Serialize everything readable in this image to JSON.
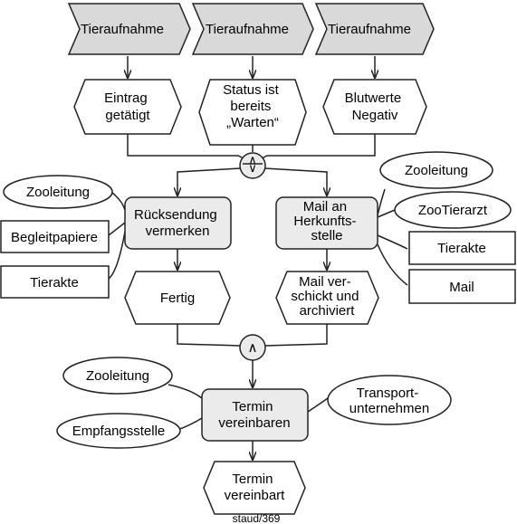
{
  "process_interfaces": [
    {
      "label": "Tieraufnahme"
    },
    {
      "label": "Tieraufnahme"
    },
    {
      "label": "Tieraufnahme"
    }
  ],
  "start_events": [
    {
      "lines": [
        "Eintrag",
        "getätigt"
      ]
    },
    {
      "lines": [
        "Status ist",
        "bereits",
        "„Warten“"
      ]
    },
    {
      "lines": [
        "Blutwerte",
        "Negativ"
      ]
    }
  ],
  "operators": {
    "xor": "∨",
    "and": "∧"
  },
  "functions": {
    "ruecksendung": [
      "Rücksendung",
      "vermerken"
    ],
    "mail": [
      "Mail an",
      "Herkunfts-",
      "stelle"
    ],
    "termin": [
      "Termin",
      "vereinbaren"
    ]
  },
  "events": {
    "fertig": [
      "Fertig"
    ],
    "mail_verschickt": [
      "Mail ver-",
      "schickt und",
      "archiviert"
    ],
    "termin_vereinbart": [
      "Termin",
      "vereinbart"
    ]
  },
  "org_units": {
    "zooleitung_left": "Zooleitung",
    "zooleitung_right": "Zooleitung",
    "zootierarzt": "ZooTierarzt",
    "zooleitung_bottom": "Zooleitung",
    "empfangsstelle": "Empfangsstelle",
    "transport": [
      "Transport-",
      "unternehmen"
    ]
  },
  "documents": {
    "begleitpapiere": "Begleitpapiere",
    "tierakte_left": "Tierakte",
    "tierakte_right": "Tierakte",
    "mail": "Mail"
  },
  "footer": "staud/369",
  "colors": {
    "process_fill": "#d9d9d9",
    "function_fill": "#ebebeb",
    "operator_fill": "#ebebeb",
    "white": "#ffffff",
    "stroke": "#222222"
  }
}
